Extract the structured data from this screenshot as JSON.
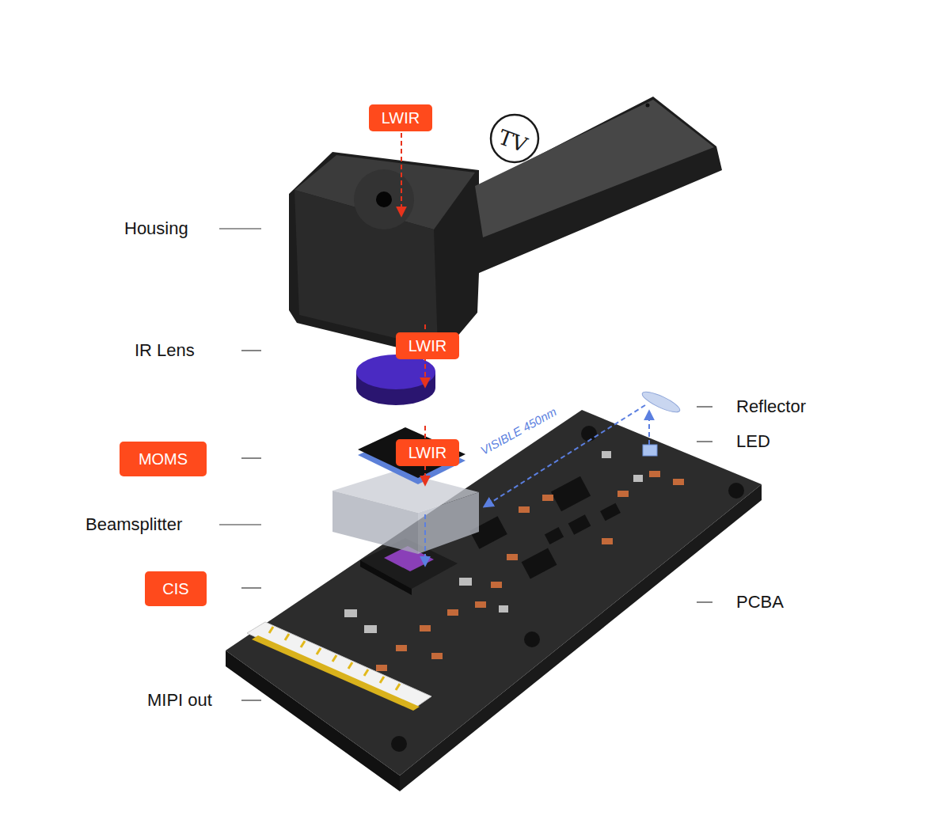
{
  "diagram": {
    "nodes": [
      {
        "text": [
          "LWIR"
        ]
      },
      {
        "text": [
          "LWIR"
        ]
      },
      {
        "text": [
          "LWIR"
        ]
      },
      {
        "text": [
          "MOMS"
        ]
      },
      {
        "text": [
          "CIS"
        ]
      }
    ],
    "labels": [
      "Housing",
      "IR Lens",
      "Reflector",
      "LED",
      "Beamsplitter",
      "VISIBLE 450nm",
      "PCBA",
      "MIPI out",
      "TV"
    ]
  }
}
